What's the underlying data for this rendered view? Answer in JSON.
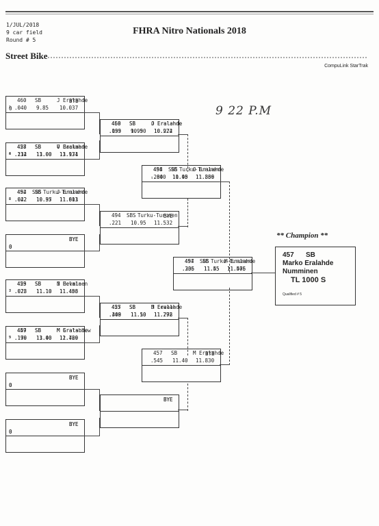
{
  "header": {
    "date": "1/JUL/2018",
    "field": "9 car field",
    "round": "Round # 5"
  },
  "event_title": "FHRA Nitro Nationals 2018",
  "class_name": "Street Bike",
  "software": "CompuLink StarTrak",
  "handwritten_note": "9 22  P.M",
  "champion": {
    "heading": "** Champion **",
    "car": "457",
    "class": "SB",
    "driver": "Marko Eralahde",
    "team": "Numminen",
    "bike": "TL 1000 S",
    "qualified": "Qualified # 5"
  },
  "r1": [
    {
      "a": {
        "car": "460",
        "cls": "SB",
        "name": "J Eralahde",
        "q": "1",
        "rt": ".040",
        "et": "9.85",
        "spd": "10.037"
      },
      "b": {
        "bye": "BYE",
        "q": "0"
      }
    },
    {
      "a": {
        "car": "458",
        "cls": "SB",
        "name": "O Eralahde",
        "q": "4",
        "rt": ".214",
        "et": "11.00",
        "spd": "11.171"
      },
      "b": {
        "car": "427",
        "cls": "SB",
        "name": "V Backman",
        "q": "8",
        "rt": ".132",
        "et": "13.00",
        "spd": "13.934"
      }
    },
    {
      "a": {
        "car": "452",
        "cls": "SB",
        "name": "J Eralahde",
        "q": "2",
        "rt": ".042",
        "et": "10.37",
        "spd": "11.603"
      },
      "b": {
        "car": "494",
        "cls": "SBS",
        "name": "Turku-Turunen",
        "q": "6",
        "rt": ".022",
        "et": "10.95",
        "spd": "11.811"
      }
    },
    {
      "a": {
        "bye": "BYE",
        "q": "0"
      },
      "b": {
        "bye": "BYE",
        "q": "0"
      }
    },
    {
      "a": {
        "car": "425",
        "cls": "SB",
        "name": "J Eevala",
        "q": "3",
        "rt": ".073",
        "et": "11.10",
        "spd": "11.403"
      },
      "b": {
        "car": "459",
        "cls": "SB",
        "name": "N Helminen",
        "q": "7",
        "rt": ".028",
        "et": "11.10",
        "spd": "11.456"
      }
    },
    {
      "a": {
        "car": "457",
        "cls": "SB",
        "name": "M Eralahde",
        "q": "5",
        "rt": ".170",
        "et": "11.40",
        "spd": "11.720"
      },
      "b": {
        "car": "449",
        "cls": "SB",
        "name": "M Gratschew",
        "q": "9",
        "rt": ".199",
        "et": "13.00",
        "spd": "12.469"
      }
    },
    {
      "a": {
        "bye": "BYE",
        "q": "0"
      },
      "b": {
        "bye": "BYE",
        "q": "0"
      }
    },
    {
      "a": {
        "bye": "BYE",
        "q": "0"
      },
      "b": {
        "bye": "BYE",
        "q": "0"
      }
    }
  ],
  "r2": [
    {
      "a": {
        "car": "460",
        "cls": "SB",
        "name": "J Eralahde",
        "rt": ".093",
        "et": "9.95",
        "spd": "10.224"
      },
      "b": {
        "car": "458",
        "cls": "SB",
        "name": "O Eralahde",
        "rt": ".139",
        "et": "10.90",
        "spd": "10.972"
      }
    },
    {
      "a": {
        "car": "494",
        "cls": "SBS",
        "name": "Turku-Turunen",
        "rt": ".221",
        "et": "10.95",
        "spd": "11.532"
      },
      "b": {
        "bye": "BYE"
      }
    },
    {
      "a": {
        "car": "425",
        "cls": "SB",
        "name": "J Eevala",
        "rt": ".448",
        "et": "11.10",
        "spd": "11.278"
      },
      "b": {
        "car": "457",
        "cls": "SB",
        "name": "M Eralahde",
        "rt": ".309",
        "et": "11.50",
        "spd": "11.792"
      }
    },
    {
      "a": {
        "bye": "BYE"
      },
      "b": {
        "bye": "BYE"
      }
    }
  ],
  "r3": [
    {
      "a": {
        "car": "458",
        "cls": "SB",
        "name": "O Eralahde",
        "rt": "-.040",
        "et": "10.90",
        "spd": "11.366"
      },
      "b": {
        "car": "494",
        "cls": "SBS",
        "name": "Turku-Turunen",
        "rt": ".280",
        "et": "11.45",
        "spd": "11.839"
      }
    },
    {
      "a": {
        "car": "457",
        "cls": "SB",
        "name": "M Eralahde",
        "rt": ".545",
        "et": "11.40",
        "spd": "11.830"
      },
      "b": {
        "bye": "BYE"
      }
    }
  ],
  "r4": [
    {
      "a": {
        "car": "494",
        "cls": "SBS",
        "name": "Turku-Turunen",
        "rt": ".306",
        "et": "11.45",
        "spd": "11.406"
      },
      "b": {
        "car": "457",
        "cls": "SB",
        "name": "M Eralahde",
        "rt": ".235",
        "et": "11.55",
        "spd": "11.575"
      }
    }
  ]
}
